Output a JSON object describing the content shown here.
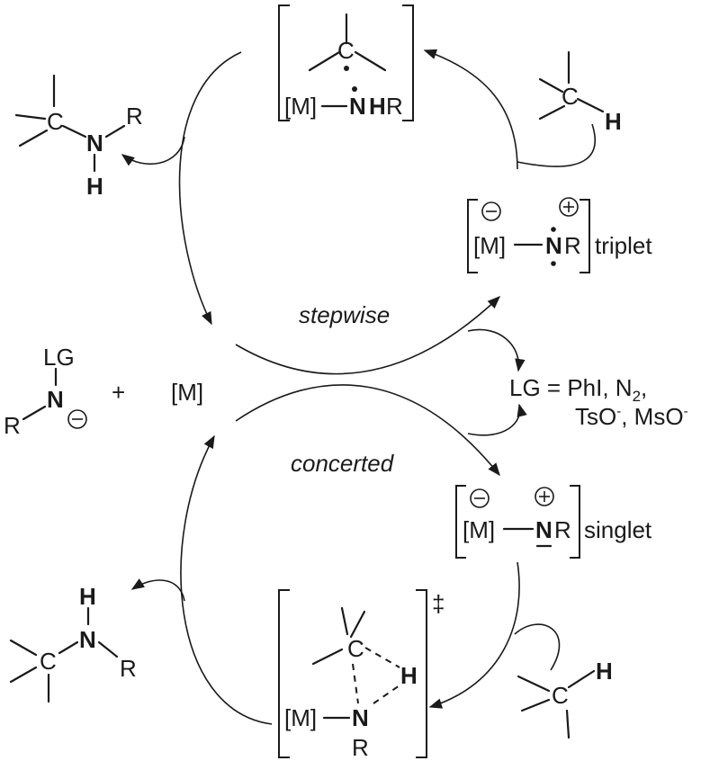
{
  "colors": {
    "nitrogen": "#2a6bd6",
    "hydrogen": "#e8201a",
    "ink": "#1a1a1a"
  },
  "atoms": {
    "C": "C",
    "N": "N",
    "H": "H",
    "R": "R",
    "M": "[M]"
  },
  "labels": {
    "stepwise": "stepwise",
    "concerted": "concerted",
    "triplet": "triplet",
    "singlet": "singlet",
    "precursor_lg": "LG",
    "plus": "+",
    "metal": "[M]",
    "lg_def": "LG =  PhI, N",
    "lg_def_sub": "2",
    "lg_def_tail": ",",
    "lg_def2_a": "TsO",
    "lg_def2_sup": "-",
    "lg_def2_b": ", MsO",
    "lg_def2_sup2": "-",
    "dagger": "‡"
  },
  "charges": {
    "minus": "−",
    "plus": "+"
  }
}
